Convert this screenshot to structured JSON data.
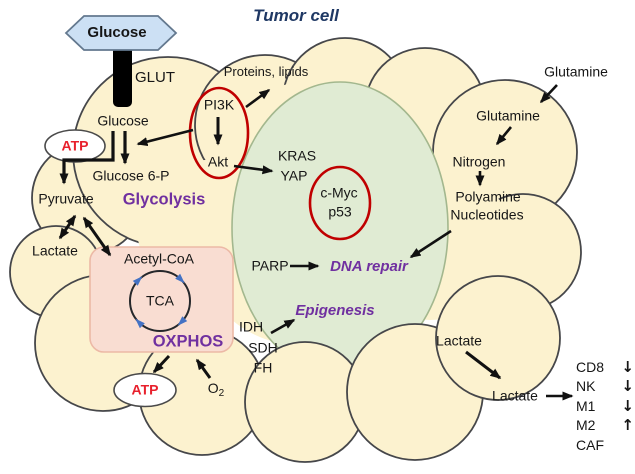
{
  "title": "Tumor cell",
  "colors": {
    "cell_fill": "#FCF2CF",
    "cell_outline": "#46474A",
    "nucleus_fill": "#E0EBD3",
    "nucleus_outline": "#A3B78E",
    "mitochondria_box_fill": "#F9DDD2",
    "mitochondria_box_outline": "#ECB9A6",
    "hexagon_fill": "#CCE0F4",
    "hexagon_outline": "#63788E",
    "highlight_red": "#C00000",
    "accent_purple": "#7030A0",
    "title_navy": "#1F3864",
    "atp_red": "#E8202C",
    "tca_arrow_blue": "#4472C4",
    "arrow_black": "#111111"
  },
  "labels": {
    "tumor_cell": "Tumor cell",
    "glucose_hex": "Glucose",
    "glut": "GLUT",
    "glucose_in": "Glucose",
    "atp1": "ATP",
    "glucose6p": "Glucose 6-P",
    "glycolysis": "Glycolysis",
    "pyruvate": "Pyruvate",
    "lactate_left": "Lactate",
    "proteins_lipids": "Proteins, lipids",
    "pi3k": "PI3K",
    "akt": "Akt",
    "kras": "KRAS",
    "yap": "YAP",
    "cmyc": "c-Myc",
    "p53": "p53",
    "parp": "PARP",
    "dna_repair": "DNA repair",
    "epigenesis": "Epigenesis",
    "idh": "IDH",
    "sdh": "SDH",
    "fh": "FH",
    "acetyl_coa": "Acetyl-CoA",
    "tca": "TCA",
    "oxphos": "OXPHOS",
    "atp2": "ATP",
    "o2_base": "O",
    "o2_sub": "2",
    "glutamine_outside": "Glutamine",
    "glutamine_inside": "Glutamine",
    "nitrogen": "Nitrogen",
    "polyamine": "Polyamine",
    "nucleotides": "Nucleotides",
    "lactate_inside": "Lactate",
    "lactate_outside": "Lactate"
  },
  "immune": [
    {
      "name": "CD8",
      "arrow": "↓"
    },
    {
      "name": "NK",
      "arrow": "↓"
    },
    {
      "name": "M1",
      "arrow": "↓"
    },
    {
      "name": "M2",
      "arrow": "↑"
    },
    {
      "name": "CAF",
      "arrow": ""
    }
  ]
}
